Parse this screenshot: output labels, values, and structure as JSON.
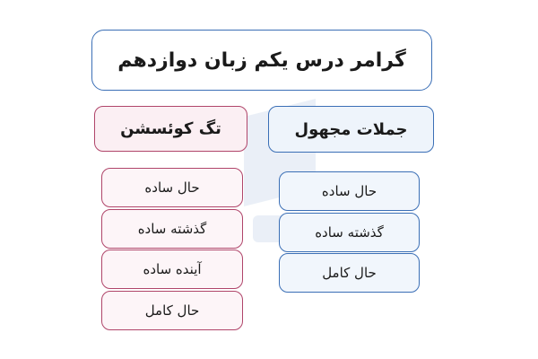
{
  "title": "گرامر درس یکم زبان دوازدهم",
  "columns": {
    "left": {
      "header": "تگ کوئسشن",
      "items": [
        "حال ساده",
        "گذشته ساده",
        "آینده ساده",
        "حال کامل"
      ]
    },
    "right": {
      "header": "جملات مجهول",
      "items": [
        "حال ساده",
        "گذشته ساده",
        "حال کامل"
      ]
    }
  },
  "colors": {
    "blue_border": "#3b6fb6",
    "pink_border": "#b0456a",
    "blue_fill": "#eef4fb",
    "pink_fill": "#fbeff3"
  }
}
